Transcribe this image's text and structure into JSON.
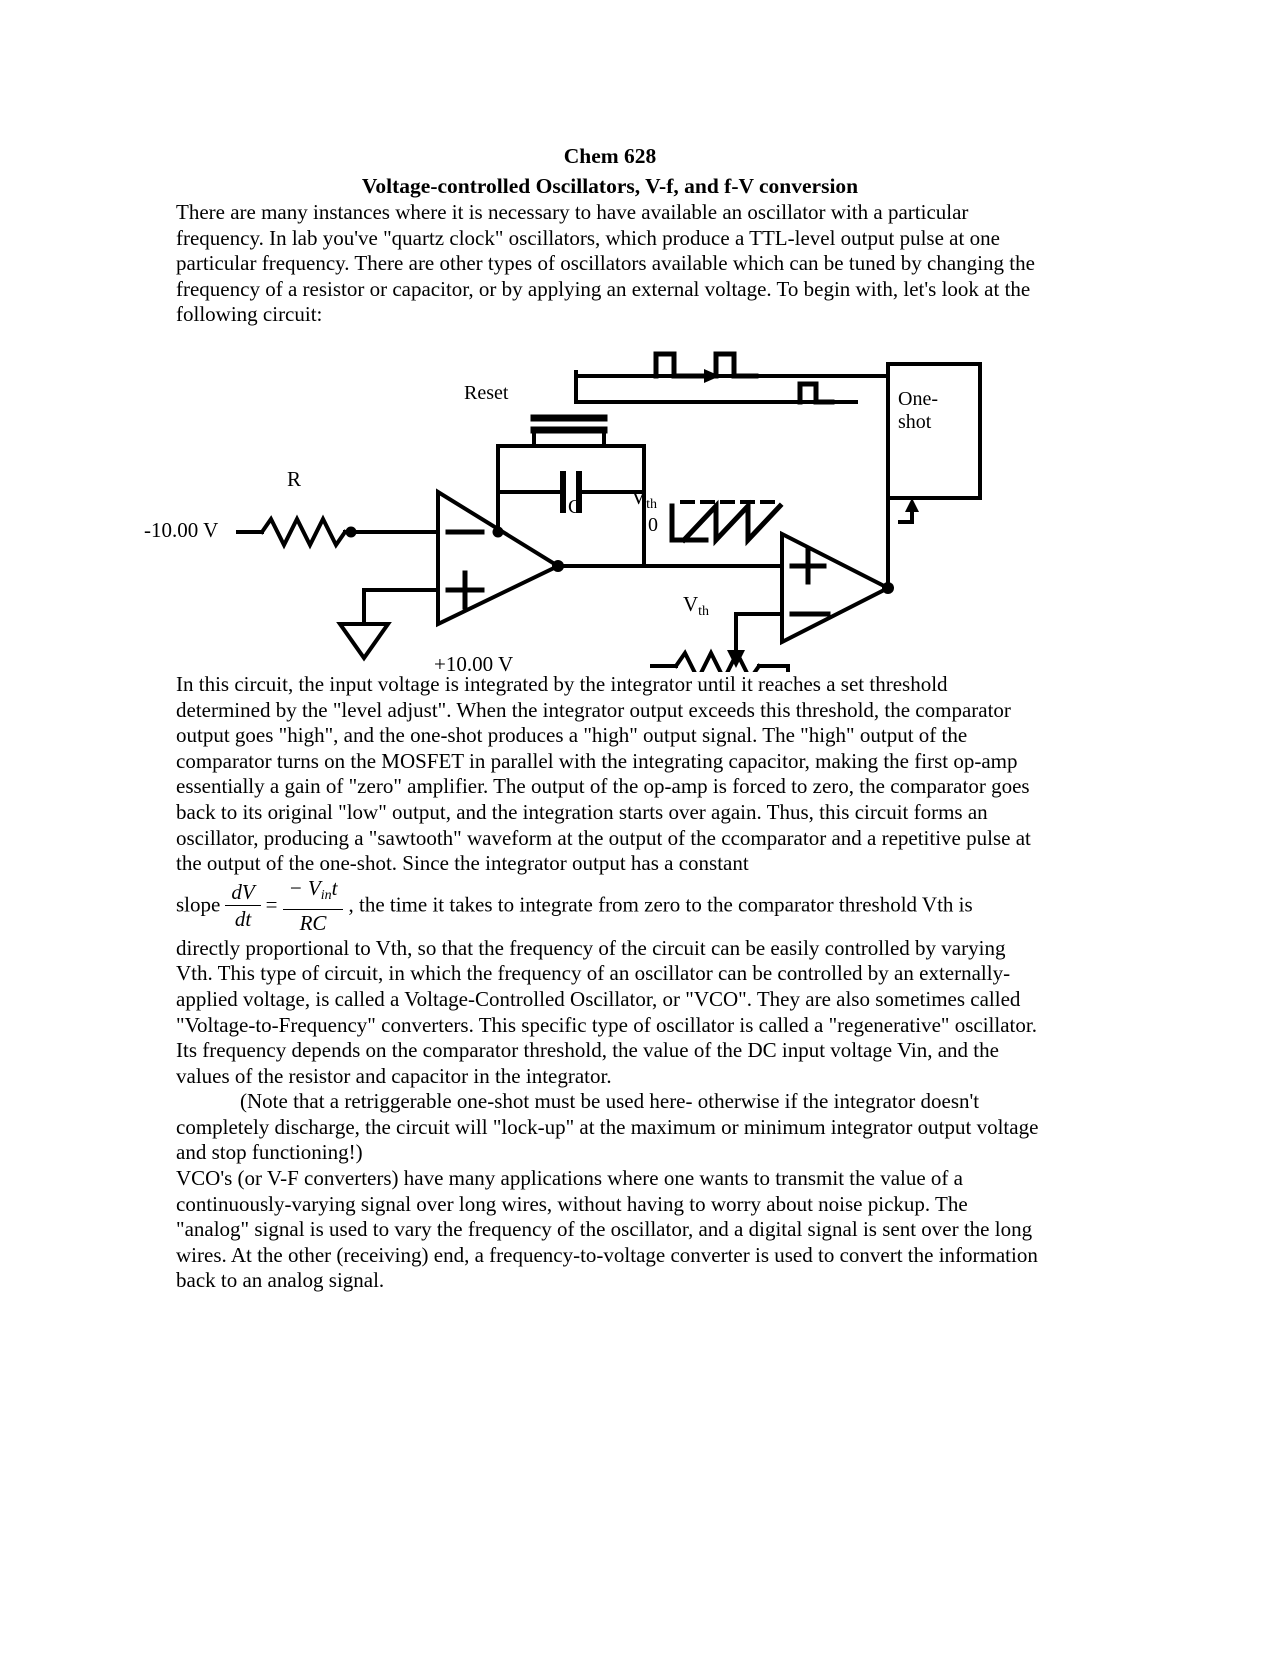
{
  "document": {
    "title_line1": "Chem 628",
    "title_line2": "Voltage-controlled Oscillators, V-f, and f-V conversion",
    "paragraphs": {
      "intro": "There are many instances where it is necessary to have available an oscillator with a particular frequency.  In lab you've \"quartz clock\" oscillators, which produce a TTL-level output pulse at one particular frequency.  There are other types of oscillators available which can be tuned by changing the frequency of a resistor or capacitor, or by applying an external voltage. To begin with, let's look at the following circuit:",
      "body_before_eq": "In this circuit, the input voltage is integrated by the integrator until it reaches a set threshold determined by the \"level adjust\".  When the integrator output exceeds this threshold, the comparator output goes \"high\", and the one-shot produces a \"high\" output signal.  The \"high\" output of the comparator turns on the MOSFET in parallel with the integrating capacitor, making the first op-amp essentially a gain of \"zero\" amplifier.  The output of the op-amp is forced to zero, the comparator goes back to its original \"low\" output, and the integration starts over again. Thus, this circuit forms an oscillator, producing a \"sawtooth\" waveform at the output of the ccomparator and a repetitive pulse at the output of the one-shot. Since the integrator output has a constant",
      "eq_prefix": "slope",
      "eq_suffix": ", the time it takes to integrate from zero to the comparator threshold Vth is",
      "body_after_eq": "directly proportional to Vth, so that the frequency of the circuit can be easily controlled by varying Vth.  This type of circuit, in which the frequency of an oscillator can be controlled by an externally-applied voltage, is called a Voltage-Controlled Oscillator, or \"VCO\".  They are also sometimes called \"Voltage-to-Frequency\" converters. This specific type of oscillator is called a \"regenerative\" oscillator.  Its frequency depends on the comparator threshold, the value of the DC input voltage Vin, and the values of the resistor and capacitor in the integrator.",
      "note": "(Note that a retriggerable one-shot must be used here- otherwise if the integrator doesn't completely discharge, the circuit will \"lock-up\" at the maximum or minimum integrator output voltage and stop functioning!)",
      "closing": "VCO's (or V-F converters) have many applications where one wants to transmit the value of a continuously-varying signal over long wires, without having to worry about noise pickup.  The \"analog\" signal is used to vary the frequency of the oscillator, and a digital signal is sent over the long wires.  At the other (receiving) end, a frequency-to-voltage converter is used to convert the information back to an analog signal."
    },
    "equation": {
      "numerator_left": "dV",
      "denominator_left": "dt",
      "equals": "=",
      "numerator_right_minus": "− V",
      "numerator_right_sub": "in",
      "numerator_right_t": "t",
      "denominator_right": "RC"
    }
  },
  "figure": {
    "name": "vco-circuit-diagram",
    "labels": {
      "reset": "Reset",
      "one_shot_line1": "One-",
      "one_shot_line2": "shot",
      "resistor_r": "R",
      "capacitor_c": "C",
      "input_voltage": "-10.00 V",
      "supply_voltage": "+10.00 V",
      "vth_wave_v": "V",
      "vth_wave_sub": "th",
      "wave_zero": "0",
      "vth_pot_v": "V",
      "vth_pot_sub": "th"
    },
    "colors": {
      "stroke": "#000000",
      "background": "#ffffff"
    }
  }
}
